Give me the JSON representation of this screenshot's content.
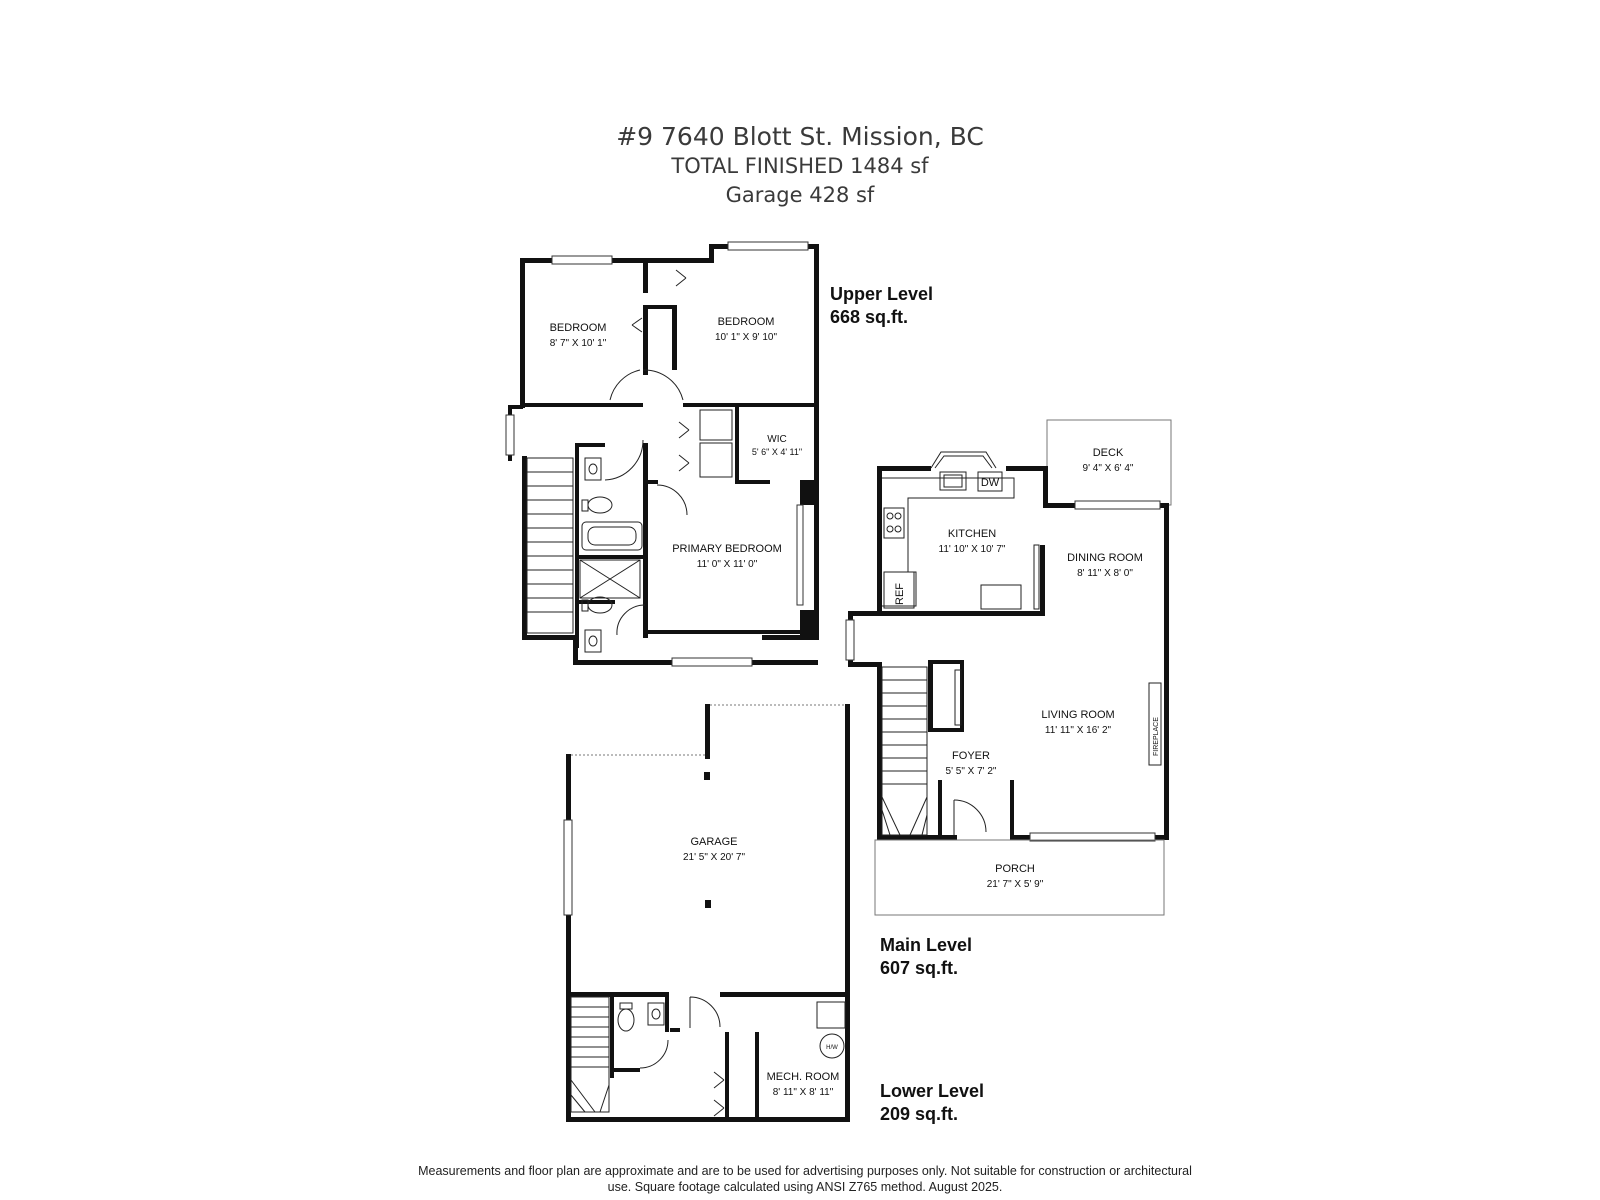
{
  "header": {
    "address": "#9 7640 Blott St. Mission, BC",
    "total_finished": "TOTAL FINISHED  1484 sf",
    "garage_area": "Garage  428 sf"
  },
  "levels": {
    "upper": {
      "name": "Upper Level",
      "area": "668 sq.ft."
    },
    "main": {
      "name": "Main Level",
      "area": "607 sq.ft."
    },
    "lower": {
      "name": "Lower Level",
      "area": "209 sq.ft."
    }
  },
  "rooms": {
    "bedroom_2": {
      "name": "BEDROOM",
      "dims": "8' 7\" X 10' 1\""
    },
    "bedroom_3": {
      "name": "BEDROOM",
      "dims": "10' 1\" X 9' 10\""
    },
    "wic": {
      "name": "WIC",
      "dims": "5' 6\" X 4' 11\""
    },
    "primary_bedroom": {
      "name": "PRIMARY BEDROOM",
      "dims": "11' 0\" X 11' 0\""
    },
    "deck": {
      "name": "DECK",
      "dims": "9' 4\" X 6' 4\""
    },
    "kitchen": {
      "name": "KITCHEN",
      "dims": "11' 10\" X 10' 7\""
    },
    "dining_room": {
      "name": "DINING ROOM",
      "dims": "8' 11\" X 8' 0\""
    },
    "living_room": {
      "name": "LIVING ROOM",
      "dims": "11' 11\" X 16' 2\""
    },
    "foyer": {
      "name": "FOYER",
      "dims": "5' 5\" X 7' 2\""
    },
    "porch": {
      "name": "PORCH",
      "dims": "21' 7\" X 5' 9\""
    },
    "garage": {
      "name": "GARAGE",
      "dims": "21' 5\" X 20' 7\""
    },
    "mech_room": {
      "name": "MECH. ROOM",
      "dims": "8' 11\" X 8' 11\""
    }
  },
  "fixtures": {
    "dishwasher": "DW",
    "refrigerator": "REF",
    "fireplace": "FIREPLACE",
    "hot_water": "H/W"
  },
  "footer": {
    "line1": "Measurements and floor plan are approximate and are to be used for advertising purposes only. Not suitable for construction or architectural",
    "line2": "use. Square footage calculated using ANSI Z765 method. August 2025."
  }
}
